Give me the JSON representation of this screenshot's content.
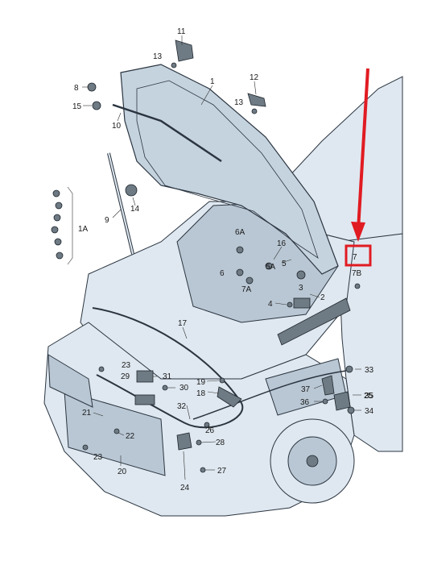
{
  "colors": {
    "body_fill": "#dfe8f0",
    "hood_fill": "#c5d3df",
    "outline": "#2b3540",
    "highlight": "#e11b22",
    "part_fill": "#6e7a84"
  },
  "labels": {
    "l1": "1",
    "l1A": "1A",
    "l2": "2",
    "l3": "3",
    "l4": "4",
    "l5": "5",
    "l5A": "5A",
    "l6": "6",
    "l6A": "6A",
    "l7": "7",
    "l7A": "7A",
    "l7B": "7B",
    "l8": "8",
    "l9": "9",
    "l10": "10",
    "l11": "11",
    "l12": "12",
    "l13a": "13",
    "l13b": "13",
    "l14": "14",
    "l15": "15",
    "l16": "16",
    "l17": "17",
    "l18": "18",
    "l19": "19",
    "l20": "20",
    "l21": "21",
    "l22": "22",
    "l23a": "23",
    "l23b": "23",
    "l24": "24",
    "l25": "25",
    "l26": "26",
    "l27": "27",
    "l28": "28",
    "l29": "29",
    "l30": "30",
    "l31": "31",
    "l32": "32",
    "l33": "33",
    "l34": "34",
    "l35": "35",
    "l36": "36",
    "l37": "37"
  }
}
